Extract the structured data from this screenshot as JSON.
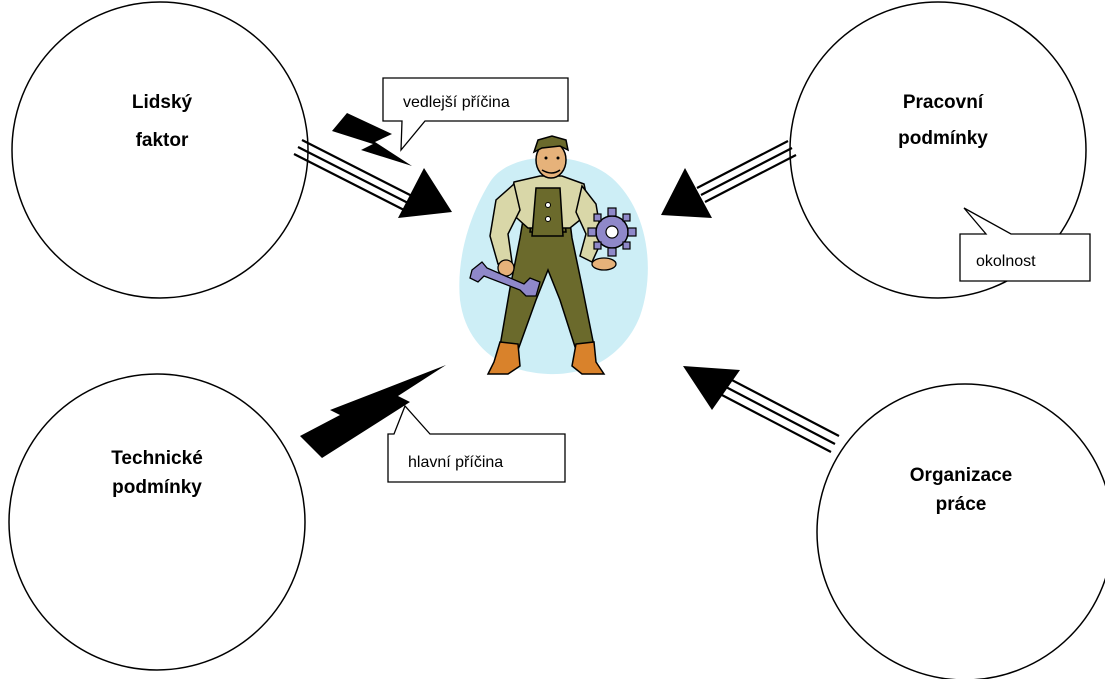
{
  "diagram": {
    "factors": {
      "human": {
        "line1": "Lidský",
        "line2": "faktor"
      },
      "working_conditions": {
        "line1": "Pracovní",
        "line2": "podmínky"
      },
      "technical_conditions": {
        "line1": "Technické",
        "line2": "podmínky"
      },
      "work_organization": {
        "line1": "Organizace",
        "line2": "práce"
      }
    },
    "callouts": {
      "secondary_cause": "vedlejší příčina",
      "main_cause": "hlavní příčina",
      "circumstance": "okolnost"
    },
    "colors": {
      "stroke": "#000000",
      "figure_backdrop": "#cdeef6",
      "overalls": "#6b6a2c",
      "shirt": "#d9d7a8",
      "skin": "#e6b27a",
      "boots": "#d9822b",
      "tools": "#8f88c9"
    }
  }
}
